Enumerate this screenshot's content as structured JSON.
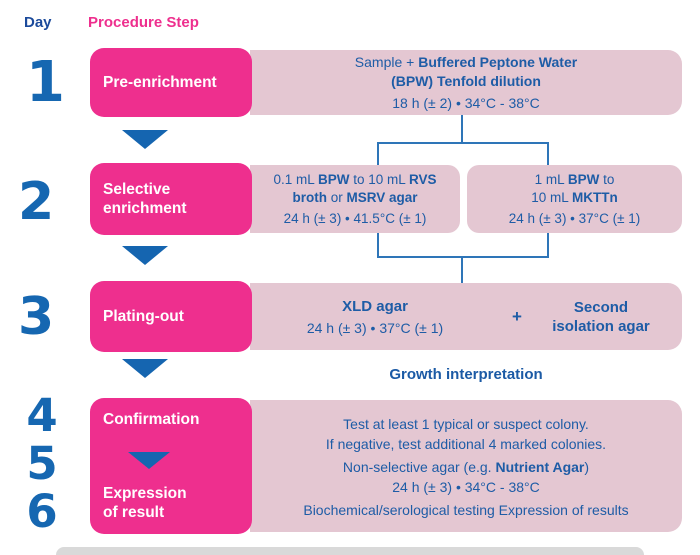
{
  "header": {
    "day": "Day",
    "procedure_step": "Procedure Step"
  },
  "days": {
    "d1": "1",
    "d2": "2",
    "d3": "3",
    "d4": "4",
    "d5": "5",
    "d6": "6"
  },
  "row1": {
    "label": "Pre-enrichment",
    "line1_pre": "Sample + ",
    "line1_bold": "Buffered Peptone Water",
    "line2_bold": "(BPW) Tenfold dilution",
    "line3": "18 h (± 2) • 34°C - 38°C"
  },
  "row2": {
    "label": "Selective enrichment",
    "boxA": {
      "seg1": "0.1 mL ",
      "seg2": "BPW",
      "seg3": " to 10 mL ",
      "seg4": "RVS broth",
      "seg5": " or ",
      "seg6": "MSRV agar",
      "line2": "24 h (± 3) • 41.5°C (± 1)"
    },
    "boxB": {
      "seg1": "1 mL ",
      "seg2": "BPW",
      "seg3": " to",
      "seg4": "10 mL ",
      "seg5": "MKTTn",
      "line2": "24 h (± 3) • 37°C (± 1)"
    }
  },
  "row3": {
    "label": "Plating-out",
    "left_bold": "XLD agar",
    "left_line2": "24 h (± 3) • 37°C (± 1)",
    "plus": "+",
    "right_line1": "Second",
    "right_line2": "isolation agar"
  },
  "growth": "Growth interpretation",
  "row4": {
    "label_top": "Confirmation",
    "label_bottom1": "Expression",
    "label_bottom2": "of result",
    "line1": "Test at least 1 typical or suspect colony.",
    "line2": "If negative, test additional 4 marked colonies.",
    "line3_pre": "Non-selective agar (e.g. ",
    "line3_bold": "Nutrient Agar",
    "line3_post": ")",
    "line4": "24 h (± 3) • 34°C - 38°C",
    "line5": "Biochemical/serological testing Expression of results"
  },
  "colors": {
    "magenta": "#ee2f8e",
    "light_pink": "#e4c7d2",
    "text_blue": "#1e5ca6",
    "day_header_navy": "#1b4a9b",
    "digit_blue": "#1667b1",
    "arrow_blue": "#1565b0",
    "connector_blue": "#2e75b8",
    "bottom_bar_gray": "#d9d9d9"
  }
}
